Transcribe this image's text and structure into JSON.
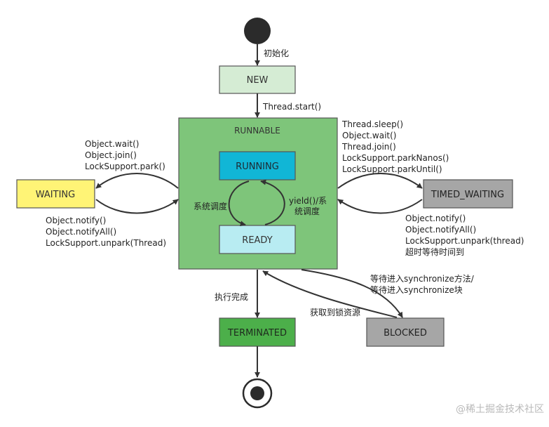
{
  "states": {
    "new": "NEW",
    "runnable": "RUNNABLE",
    "running": "RUNNING",
    "ready": "READY",
    "waiting": "WAITING",
    "timed_waiting": "TIMED_WAITING",
    "terminated": "TERMINATED",
    "blocked": "BLOCKED"
  },
  "transitions": {
    "init": "初始化",
    "start": "Thread.start()",
    "to_waiting": [
      "Object.wait()",
      "Object.join()",
      "LockSupport.park()"
    ],
    "from_waiting": [
      "Object.notify()",
      "Object.notifyAll()",
      "LockSupport.unpark(Thread)"
    ],
    "to_timed_waiting": [
      "Thread.sleep()",
      "Object.wait()",
      "Thread.join()",
      "LockSupport.parkNanos()",
      "LockSupport.parkUntil()"
    ],
    "from_timed_waiting": [
      "Object.notify()",
      "Object.notifyAll()",
      "LockSupport.unpark(thread)",
      "超时等待时间到"
    ],
    "schedule": "系统调度",
    "yield": [
      "yield()/系",
      "统调度"
    ],
    "finish": "执行完成",
    "to_blocked": [
      "等待进入synchronize方法/",
      "等待进入synchronize块"
    ],
    "from_blocked": "获取到锁资源"
  },
  "watermark": "@稀土掘金技术社区",
  "colors": {
    "new": "#d5ecd4",
    "runnable": "#7ec57a",
    "running": "#11b6d6",
    "ready": "#b8ecf2",
    "waiting": "#fff476",
    "timed_waiting": "#a6a6a6",
    "terminated": "#4caf4a",
    "blocked": "#a6a6a6",
    "stroke": "#3a3a3a"
  }
}
